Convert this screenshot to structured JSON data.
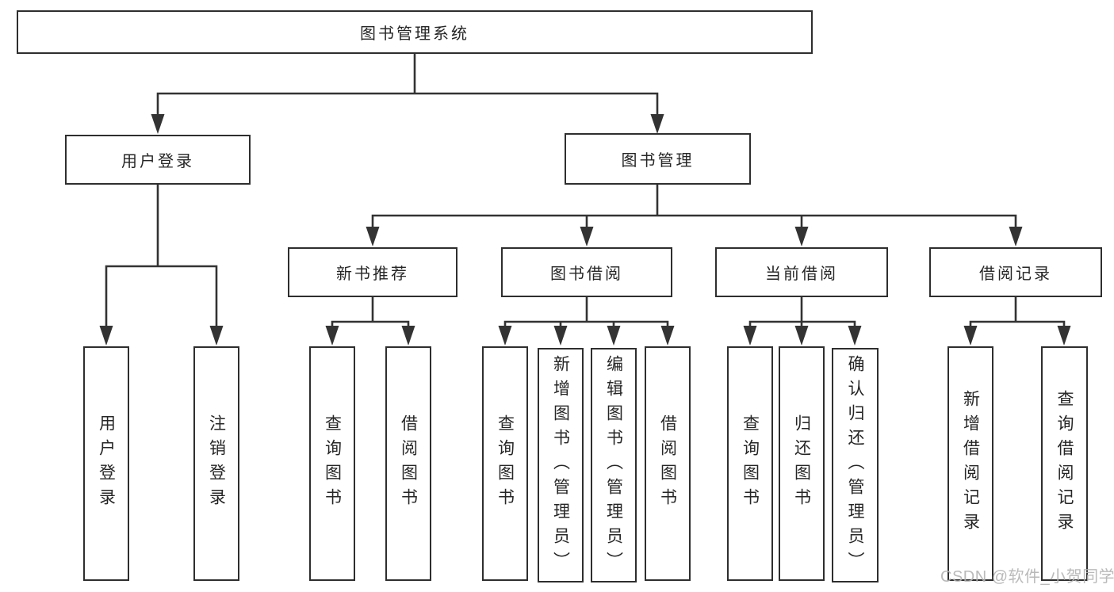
{
  "title": {
    "label": "图书管理系统"
  },
  "branches": [
    {
      "label": "用户登录",
      "leaves": [
        "用户登录",
        "注销登录"
      ]
    },
    {
      "label": "图书管理",
      "children": [
        {
          "label": "新书推荐",
          "leaves": [
            "查询图书",
            "借阅图书"
          ]
        },
        {
          "label": "图书借阅",
          "leaves": [
            "查询图书",
            "新增图书（管理员）",
            "编辑图书（管理员）",
            "借阅图书"
          ]
        },
        {
          "label": "当前借阅",
          "leaves": [
            "查询图书",
            "归还图书",
            "确认归还（管理员）"
          ]
        },
        {
          "label": "借阅记录",
          "leaves": [
            "新增借阅记录",
            "查询借阅记录"
          ]
        }
      ]
    }
  ],
  "watermark": "CSDN @软件_小贺同学",
  "colors": {
    "line": "#333333",
    "box_border": "#2e2e2e",
    "text": "#262626",
    "watermark": "#b2b2b2",
    "background": "#ffffff"
  }
}
